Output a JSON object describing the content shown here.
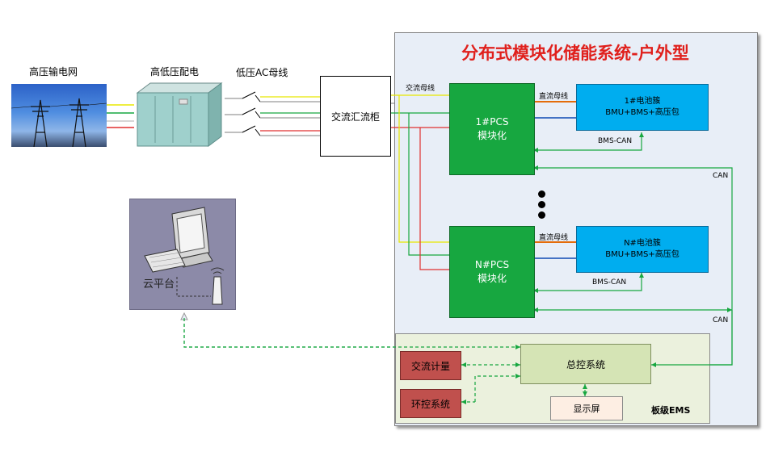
{
  "title": "分布式模块化储能系统-户外型",
  "left": {
    "grid_label": "高压输电网",
    "transformer_label": "高低压配电",
    "lv_bus_label": "低压AC母线",
    "ac_cabinet_label": "交流汇流柜"
  },
  "bus_labels": {
    "ac_bus": "交流母线",
    "dc_bus_1": "直流母线",
    "dc_bus_n": "直流母线",
    "bms_can_1": "BMS-CAN",
    "bms_can_n": "BMS-CAN",
    "can_1": "CAN",
    "can_n": "CAN"
  },
  "pcs_1": {
    "line1": "1#PCS",
    "line2": "模块化"
  },
  "pcs_n": {
    "line1": "N#PCS",
    "line2": "模块化"
  },
  "battery_1": {
    "line1": "1#电池簇",
    "line2": "BMU+BMS+高压包"
  },
  "battery_n": {
    "line1": "N#电池簇",
    "line2": "BMU+BMS+高压包"
  },
  "ems": {
    "controller_label": "总控系统",
    "ac_meter_label": "交流计量",
    "env_control_label": "环控系统",
    "display_label": "显示屏",
    "panel_label": "板级EMS"
  },
  "cloud_label": "云平台",
  "colors": {
    "title": "#e0201c",
    "pcs": "#17a740",
    "battery": "#00adef",
    "ems_panel": "#ebf1dd",
    "controller": "#d5e4b5",
    "meter_box": "#c0504d",
    "comm_line": "#17a740",
    "dc_positive": "#e46c0a",
    "dc_negative": "#4472c4"
  }
}
